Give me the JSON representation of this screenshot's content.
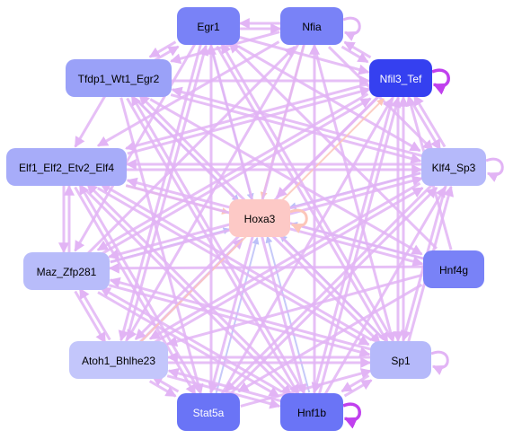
{
  "colors": {
    "edge_pink": "#e2b4f5",
    "edge_blue": "#bcc0f8",
    "edge_orange": "#fcc6b9",
    "edge_purple": "#c040ee",
    "center_fill": "#fdc9c6",
    "dark_node": "#3540f0"
  },
  "nodes": [
    {
      "id": "egr1",
      "label": "Egr1",
      "color": "#7982f7",
      "text_color": "#000000"
    },
    {
      "id": "nfia",
      "label": "Nfia",
      "color": "#7982f7",
      "text_color": "#000000"
    },
    {
      "id": "tfdp1",
      "label": "Tfdp1_Wt1_Egr2",
      "color": "#9aa1f8",
      "text_color": "#000000"
    },
    {
      "id": "nfil3",
      "label": "Nfil3_Tef",
      "color": "#3540f0",
      "text_color": "#ffffff"
    },
    {
      "id": "elf1",
      "label": "Elf1_Elf2_Etv2_Elf4",
      "color": "#a7acf9",
      "text_color": "#000000"
    },
    {
      "id": "klf4",
      "label": "Klf4_Sp3",
      "color": "#b5b9fa",
      "text_color": "#000000"
    },
    {
      "id": "hoxa3",
      "label": "Hoxa3",
      "color": "#fdc9c6",
      "text_color": "#000000"
    },
    {
      "id": "maz",
      "label": "Maz_Zfp281",
      "color": "#b8bcfa",
      "text_color": "#000000"
    },
    {
      "id": "hnf4g",
      "label": "Hnf4g",
      "color": "#7982f7",
      "text_color": "#000000"
    },
    {
      "id": "atoh1",
      "label": "Atoh1_Bhlhe23",
      "color": "#c3c6fb",
      "text_color": "#000000"
    },
    {
      "id": "sp1",
      "label": "Sp1",
      "color": "#b5b9fa",
      "text_color": "#000000"
    },
    {
      "id": "stat5a",
      "label": "Stat5a",
      "color": "#6a74f6",
      "text_color": "#ffffff"
    },
    {
      "id": "hnf1b",
      "label": "Hnf1b",
      "color": "#6a74f6",
      "text_color": "#000000"
    }
  ],
  "edges": [
    {
      "from": "egr1",
      "to": "hoxa3",
      "kind": "blue"
    },
    {
      "from": "nfia",
      "to": "hoxa3",
      "kind": "orange"
    },
    {
      "from": "tfdp1",
      "to": "hoxa3",
      "kind": "blue"
    },
    {
      "from": "nfil3",
      "to": "hoxa3",
      "kind": "pink"
    },
    {
      "from": "elf1",
      "to": "hoxa3",
      "kind": "orange"
    },
    {
      "from": "klf4",
      "to": "hoxa3",
      "kind": "blue"
    },
    {
      "from": "maz",
      "to": "hoxa3",
      "kind": "blue"
    },
    {
      "from": "hnf4g",
      "to": "hoxa3",
      "kind": "blue"
    },
    {
      "from": "atoh1",
      "to": "hoxa3",
      "kind": "pink"
    },
    {
      "from": "sp1",
      "to": "hoxa3",
      "kind": "blue"
    },
    {
      "from": "stat5a",
      "to": "hoxa3",
      "kind": "blue"
    },
    {
      "from": "hnf1b",
      "to": "hoxa3",
      "kind": "blue"
    },
    {
      "from": "egr1",
      "to": "nfia",
      "kind": "pink"
    },
    {
      "from": "nfia",
      "to": "egr1",
      "kind": "pink"
    },
    {
      "from": "egr1",
      "to": "tfdp1",
      "kind": "pink"
    },
    {
      "from": "tfdp1",
      "to": "egr1",
      "kind": "pink"
    },
    {
      "from": "egr1",
      "to": "nfil3",
      "kind": "pink"
    },
    {
      "from": "egr1",
      "to": "klf4",
      "kind": "pink"
    },
    {
      "from": "egr1",
      "to": "sp1",
      "kind": "pink"
    },
    {
      "from": "egr1",
      "to": "hnf1b",
      "kind": "pink"
    },
    {
      "from": "egr1",
      "to": "maz",
      "kind": "pink"
    },
    {
      "from": "egr1",
      "to": "atoh1",
      "kind": "pink"
    },
    {
      "from": "nfia",
      "to": "nfil3",
      "kind": "pink"
    },
    {
      "from": "nfil3",
      "to": "nfia",
      "kind": "pink"
    },
    {
      "from": "nfia",
      "to": "tfdp1",
      "kind": "pink"
    },
    {
      "from": "nfia",
      "to": "elf1",
      "kind": "pink"
    },
    {
      "from": "nfia",
      "to": "stat5a",
      "kind": "pink"
    },
    {
      "from": "nfia",
      "to": "atoh1",
      "kind": "pink"
    },
    {
      "from": "nfia",
      "to": "klf4",
      "kind": "pink"
    },
    {
      "from": "nfia",
      "to": "sp1",
      "kind": "pink"
    },
    {
      "from": "tfdp1",
      "to": "nfil3",
      "kind": "pink"
    },
    {
      "from": "tfdp1",
      "to": "elf1",
      "kind": "pink"
    },
    {
      "from": "tfdp1",
      "to": "klf4",
      "kind": "pink"
    },
    {
      "from": "tfdp1",
      "to": "sp1",
      "kind": "pink"
    },
    {
      "from": "tfdp1",
      "to": "stat5a",
      "kind": "pink"
    },
    {
      "from": "tfdp1",
      "to": "hnf1b",
      "kind": "pink"
    },
    {
      "from": "tfdp1",
      "to": "hnf4g",
      "kind": "pink"
    },
    {
      "from": "elf1",
      "to": "nfil3",
      "kind": "pink"
    },
    {
      "from": "elf1",
      "to": "klf4",
      "kind": "pink"
    },
    {
      "from": "elf1",
      "to": "maz",
      "kind": "pink"
    },
    {
      "from": "elf1",
      "to": "sp1",
      "kind": "pink"
    },
    {
      "from": "elf1",
      "to": "hnf1b",
      "kind": "pink"
    },
    {
      "from": "elf1",
      "to": "stat5a",
      "kind": "pink"
    },
    {
      "from": "elf1",
      "to": "hnf4g",
      "kind": "pink"
    },
    {
      "from": "klf4",
      "to": "nfil3",
      "kind": "pink"
    },
    {
      "from": "klf4",
      "to": "elf1",
      "kind": "pink"
    },
    {
      "from": "klf4",
      "to": "maz",
      "kind": "pink"
    },
    {
      "from": "klf4",
      "to": "atoh1",
      "kind": "pink"
    },
    {
      "from": "klf4",
      "to": "stat5a",
      "kind": "pink"
    },
    {
      "from": "klf4",
      "to": "sp1",
      "kind": "pink"
    },
    {
      "from": "klf4",
      "to": "tfdp1",
      "kind": "pink"
    },
    {
      "from": "maz",
      "to": "nfil3",
      "kind": "pink"
    },
    {
      "from": "maz",
      "to": "elf1",
      "kind": "pink"
    },
    {
      "from": "maz",
      "to": "sp1",
      "kind": "pink"
    },
    {
      "from": "maz",
      "to": "hnf1b",
      "kind": "pink"
    },
    {
      "from": "maz",
      "to": "atoh1",
      "kind": "pink"
    },
    {
      "from": "maz",
      "to": "nfia",
      "kind": "pink"
    },
    {
      "from": "maz",
      "to": "klf4",
      "kind": "pink"
    },
    {
      "from": "hnf4g",
      "to": "nfil3",
      "kind": "pink"
    },
    {
      "from": "hnf4g",
      "to": "elf1",
      "kind": "pink"
    },
    {
      "from": "hnf4g",
      "to": "maz",
      "kind": "pink"
    },
    {
      "from": "hnf4g",
      "to": "atoh1",
      "kind": "pink"
    },
    {
      "from": "hnf4g",
      "to": "egr1",
      "kind": "pink"
    },
    {
      "from": "hnf4g",
      "to": "stat5a",
      "kind": "pink"
    },
    {
      "from": "atoh1",
      "to": "nfil3",
      "kind": "orange"
    },
    {
      "from": "atoh1",
      "to": "sp1",
      "kind": "pink"
    },
    {
      "from": "atoh1",
      "to": "stat5a",
      "kind": "pink"
    },
    {
      "from": "atoh1",
      "to": "hnf1b",
      "kind": "pink"
    },
    {
      "from": "atoh1",
      "to": "klf4",
      "kind": "pink"
    },
    {
      "from": "atoh1",
      "to": "egr1",
      "kind": "pink"
    },
    {
      "from": "atoh1",
      "to": "maz",
      "kind": "pink"
    },
    {
      "from": "sp1",
      "to": "nfil3",
      "kind": "pink"
    },
    {
      "from": "sp1",
      "to": "atoh1",
      "kind": "pink"
    },
    {
      "from": "sp1",
      "to": "maz",
      "kind": "pink"
    },
    {
      "from": "sp1",
      "to": "elf1",
      "kind": "pink"
    },
    {
      "from": "sp1",
      "to": "tfdp1",
      "kind": "pink"
    },
    {
      "from": "sp1",
      "to": "klf4",
      "kind": "pink"
    },
    {
      "from": "sp1",
      "to": "egr1",
      "kind": "pink"
    },
    {
      "from": "sp1",
      "to": "hnf1b",
      "kind": "pink"
    },
    {
      "from": "stat5a",
      "to": "nfil3",
      "kind": "pink"
    },
    {
      "from": "stat5a",
      "to": "elf1",
      "kind": "pink"
    },
    {
      "from": "stat5a",
      "to": "egr1",
      "kind": "pink"
    },
    {
      "from": "stat5a",
      "to": "atoh1",
      "kind": "pink"
    },
    {
      "from": "stat5a",
      "to": "sp1",
      "kind": "pink"
    },
    {
      "from": "stat5a",
      "to": "klf4",
      "kind": "pink"
    },
    {
      "from": "hnf1b",
      "to": "nfil3",
      "kind": "pink"
    },
    {
      "from": "hnf1b",
      "to": "elf1",
      "kind": "pink"
    },
    {
      "from": "hnf1b",
      "to": "maz",
      "kind": "pink"
    },
    {
      "from": "hnf1b",
      "to": "tfdp1",
      "kind": "pink"
    },
    {
      "from": "hnf1b",
      "to": "atoh1",
      "kind": "pink"
    },
    {
      "from": "hnf1b",
      "to": "sp1",
      "kind": "pink"
    },
    {
      "from": "hnf1b",
      "to": "klf4",
      "kind": "pink"
    },
    {
      "from": "hnf1b",
      "to": "nfia",
      "kind": "pink"
    },
    {
      "from": "nfil3",
      "to": "klf4",
      "kind": "pink"
    },
    {
      "from": "nfil3",
      "to": "sp1",
      "kind": "pink"
    },
    {
      "from": "nfil3",
      "to": "atoh1",
      "kind": "pink"
    },
    {
      "from": "nfil3",
      "to": "hnf1b",
      "kind": "pink"
    },
    {
      "from": "nfil3",
      "to": "elf1",
      "kind": "pink"
    },
    {
      "from": "nfil3",
      "to": "maz",
      "kind": "pink"
    }
  ],
  "self_loops": [
    {
      "node": "nfia",
      "kind": "pink"
    },
    {
      "node": "nfil3",
      "kind": "purple"
    },
    {
      "node": "klf4",
      "kind": "pink"
    },
    {
      "node": "sp1",
      "kind": "pink"
    },
    {
      "node": "hnf1b",
      "kind": "purple"
    },
    {
      "node": "hoxa3",
      "kind": "orange"
    }
  ]
}
